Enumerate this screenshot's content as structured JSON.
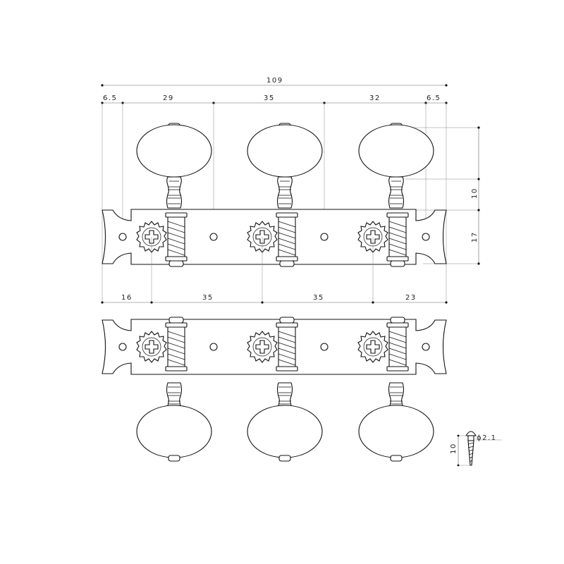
{
  "top_view": {
    "overall": "109",
    "segments": [
      "6.5",
      "29",
      "35",
      "32",
      "6.5"
    ],
    "right_dims": [
      "10",
      "17"
    ]
  },
  "bottom_spacing": [
    "16",
    "35",
    "35",
    "23"
  ],
  "screw": {
    "diameter": "ϕ2.1",
    "length": "10"
  }
}
